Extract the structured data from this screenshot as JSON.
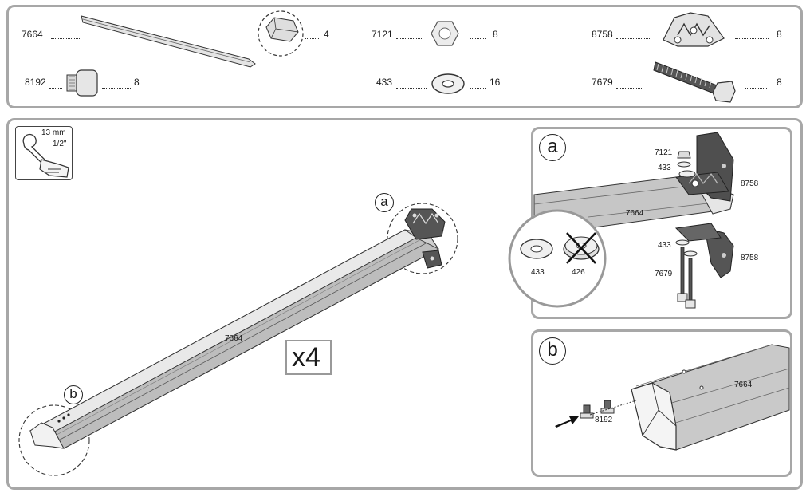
{
  "parts": [
    {
      "id": "7664",
      "qty": "4",
      "icon": "rail-profile"
    },
    {
      "id": "7121",
      "qty": "8",
      "icon": "hex-nut"
    },
    {
      "id": "8758",
      "qty": "8",
      "icon": "bracket"
    },
    {
      "id": "8192",
      "qty": "8",
      "icon": "carriage-bolt"
    },
    {
      "id": "433",
      "qty": "16",
      "icon": "washer"
    },
    {
      "id": "7679",
      "qty": "8",
      "icon": "hex-bolt"
    }
  ],
  "tool": {
    "size_metric": "13 mm",
    "size_imperial": "1/2\""
  },
  "main": {
    "rail_label": "7664",
    "multiplier": "x4",
    "callout_a": "a",
    "callout_b": "b"
  },
  "detail_a": {
    "letter": "a",
    "labels": {
      "nut": "7121",
      "washer_top": "433",
      "bracket_top": "8758",
      "rail": "7664",
      "washer_bottom": "433",
      "bracket_bottom": "8758",
      "bolt": "7679"
    },
    "inset": {
      "correct": "433",
      "wrong": "426"
    }
  },
  "detail_b": {
    "letter": "b",
    "rail": "7664",
    "bolt": "8192"
  },
  "colors": {
    "border": "#a7a7a7",
    "rail": "#c9c9c9",
    "dark": "#2a2a2a"
  }
}
